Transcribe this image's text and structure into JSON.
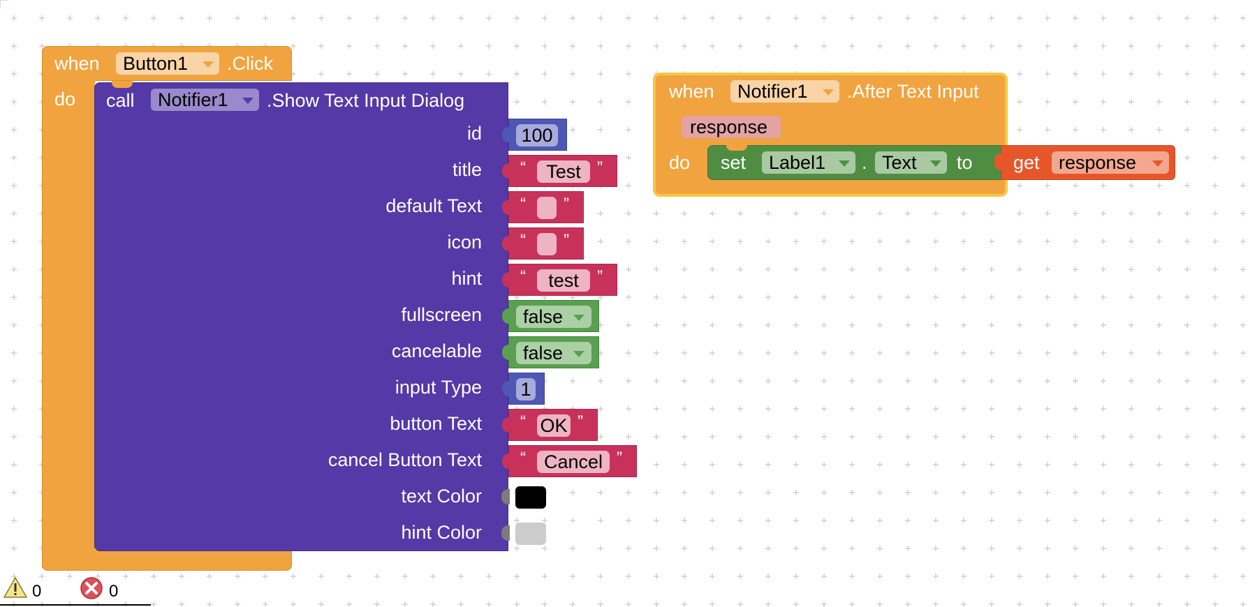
{
  "event1": {
    "when": "when",
    "component": "Button1",
    "event": ".Click",
    "do": "do"
  },
  "call": {
    "call": "call",
    "component": "Notifier1",
    "method": ".Show Text Input Dialog",
    "params": [
      {
        "label": "id",
        "kind": "num",
        "value": "100"
      },
      {
        "label": "title",
        "kind": "str",
        "value": "Test"
      },
      {
        "label": "default Text",
        "kind": "str",
        "value": ""
      },
      {
        "label": "icon",
        "kind": "str",
        "value": ""
      },
      {
        "label": "hint",
        "kind": "str",
        "value": "test"
      },
      {
        "label": "fullscreen",
        "kind": "bool",
        "value": "false"
      },
      {
        "label": "cancelable",
        "kind": "bool",
        "value": "false"
      },
      {
        "label": "input Type",
        "kind": "num",
        "value": "1"
      },
      {
        "label": "button Text",
        "kind": "str",
        "value": "OK"
      },
      {
        "label": "cancel Button Text",
        "kind": "str",
        "value": "Cancel"
      },
      {
        "label": "text Color",
        "kind": "color",
        "value": "#000000"
      },
      {
        "label": "hint Color",
        "kind": "color",
        "value": "#cccccc"
      }
    ],
    "open_quote": "“",
    "close_quote": "”"
  },
  "event2": {
    "when": "when",
    "component": "Notifier1",
    "event": ".After Text Input",
    "param": "response",
    "do": "do"
  },
  "setter": {
    "set": "set",
    "component": "Label1",
    "dot": ".",
    "property": "Text",
    "to": "to"
  },
  "getter": {
    "get": "get",
    "variable": "response"
  },
  "status": {
    "warnings": "0",
    "errors": "0"
  },
  "colors": {
    "event": "#f1a33f",
    "procedure_call": "#5439a7",
    "text": "#c8325a",
    "math": "#4f57b4",
    "logic": "#59a050",
    "setter": "#4f8e42",
    "getter": "#e7562b"
  }
}
